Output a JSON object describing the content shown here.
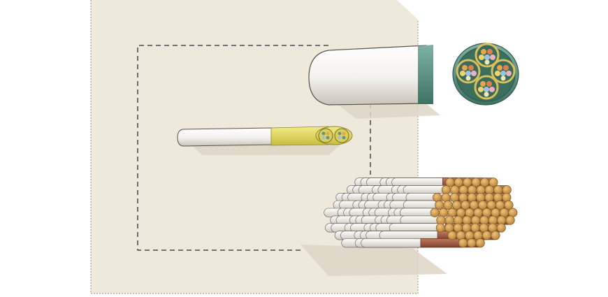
{
  "illustration": {
    "subject": "cable-size-comparison",
    "colors": {
      "background": "#ffffff",
      "panel": "#efe9dc",
      "panel_border": "#9c9a94",
      "dashed_outline": "#2b2b2b",
      "white_sheath": "#f4f2ee",
      "green_jacket": "#5e9688",
      "yellow_jacket": "#e6dc66",
      "copper_sheath": "#a45f45",
      "conductor_end": "#d6a255",
      "shadow": "#d9d2c3"
    },
    "cables": [
      {
        "id": "large-fiber-cable",
        "jacket_color": "green",
        "inner_units": 4
      },
      {
        "id": "small-fiber-cable",
        "jacket_color": "yellow",
        "inner_units": 2
      },
      {
        "id": "copper-cable-bundle",
        "jacket_color": "copper",
        "inner_units": 60
      }
    ]
  }
}
